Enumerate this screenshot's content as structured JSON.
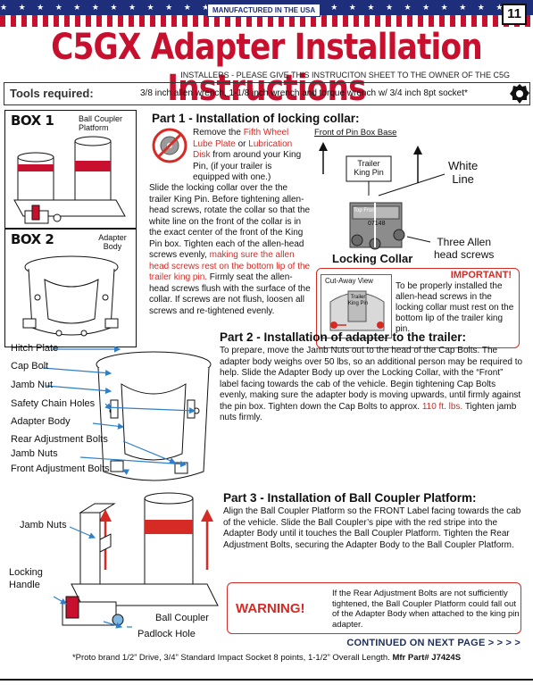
{
  "banner": {
    "stars": "★ ★ ★ ★ ★ ★ ★ ★ ★ ★ ★ ★ ★ ★ ★ ★ ★ ★ ★ ★ ★ ★ ★ ★ ★ ★ ★ ★ ★ ★ ★ ★ ★ ★ ★ ★ ★ ★ ★ ★",
    "made_in": "MANUFACTURED IN THE USA",
    "page_number": "11"
  },
  "title": "C5GX Adapter Installation Instructions",
  "subtitle": "INSTALLERS - PLEASE GIVE THIS INSTRUCITON SHEET TO THE OWNER OF THE C5G",
  "tools": {
    "label": "Tools required:",
    "text": "3/8 inch allen wrench, 1-1/8 inch wrench and torque wrench w/ 3/4 inch 8pt socket*"
  },
  "box1": {
    "title": "BOX 1",
    "desc": "Ball Coupler Platform"
  },
  "box2": {
    "title": "BOX 2",
    "desc": "Adapter Body"
  },
  "part1": {
    "heading": "Part 1 - Installation of locking collar:",
    "intro_a": "Remove the ",
    "intro_red1": "Fifth Wheel Lube Plate",
    "intro_b": " or ",
    "intro_red2": "Lubrication Disk",
    "intro_c": " from around your King Pin, (if your trailer is equipped with one.)",
    "body_a": "Slide the locking collar over the the trailer King Pin. Before tightening allen-head screws, rotate the collar so that the white line on the front of the collar is in the exact center of the front of the King Pin box. Tighten each of the allen-head screws evenly, ",
    "body_red": "making sure the allen head screws rest on the bottom lip of the trailer king pin.",
    "body_b": " Firmly seat the allen-head screws flush with the surface of the collar. If screws are not flush, loosen all screws and re-tightened evenly."
  },
  "pinbox": {
    "label": "Front of Pin Box Base",
    "trailer_line1": "Trailer",
    "trailer_line2": "King Pin",
    "white_line_1": "White",
    "white_line_2": "Line",
    "top_front": "Top Front",
    "part_no": "07148",
    "three_allen_1": "Three Allen",
    "three_allen_2": "head screws",
    "locking_collar": "Locking Collar"
  },
  "important": {
    "title": "IMPORTANT!",
    "cutaway": "Cut-Away View",
    "trailer_king_pin": "Trailer King Pin",
    "text": "To be properly installed the allen-head screws in the locking collar must rest on the bottom lip of the trailer king pin."
  },
  "labels": {
    "hitch_plate": "Hitch Plate",
    "cap_bolt": "Cap Bolt",
    "jamb_nut": "Jamb Nut",
    "safety_chain": "Safety Chain Holes",
    "adapter_body": "Adapter Body",
    "rear_adj": "Rear Adjustment Bolts",
    "jamb_nuts_1": "Jamb Nuts",
    "front_adj": "Front Adjustment Bolts",
    "jamb_nuts_2": "Jamb Nuts",
    "locking_1": "Locking",
    "locking_2": "Handle",
    "ball_coupler": "Ball Coupler",
    "padlock": "Padlock Hole"
  },
  "part2": {
    "heading": "Part 2 - Installation of adapter to the trailer:",
    "body_a": "To prepare, move the Jamb Nuts out to the head of the Cap Bolts. The adapter body weighs over 50 lbs, so an additional person may be required to help. Slide the Adapter Body up over the Locking Collar, with the “Front” label facing towards the cab of the vehicle. Begin tightening Cap Bolts evenly, making sure the adapter body is moving upwards, until firmly against the pin box. Tighten down the Cap Bolts to approx. ",
    "torque": "110 ft. lbs.",
    "body_b": " Tighten jamb nuts firmly."
  },
  "part3": {
    "heading": "Part 3 - Installation of Ball Coupler Platform:",
    "body": "Align the Ball Coupler Platform so the FRONT Label facing towards the cab of the vehicle. Slide the Ball Coupler’s pipe with the red stripe into the Adapter Body until it touches the Ball Coupler Platform. Tighten the Rear Adjustment Bolts, securing the Adapter Body to the Ball Coupler Platform."
  },
  "warning": {
    "word": "WARNING!",
    "text": "If the Rear Adjustment Bolts are not sufficiently tightened, the Ball Coupler Platform could fall out of the Adapter Body when attached to the king pin adapter."
  },
  "continued": "CONTINUED ON NEXT PAGE > > > >",
  "footnote_a": "*Proto brand 1/2” Drive, 3/4” Standard Impact Socket 8 points, 1-1/2” Overall Length. ",
  "footnote_b": "Mfr Part# J7424S",
  "colors": {
    "red": "#d62a25",
    "navy": "#1f2e7a",
    "arrow_blue": "#2f7fc9"
  }
}
